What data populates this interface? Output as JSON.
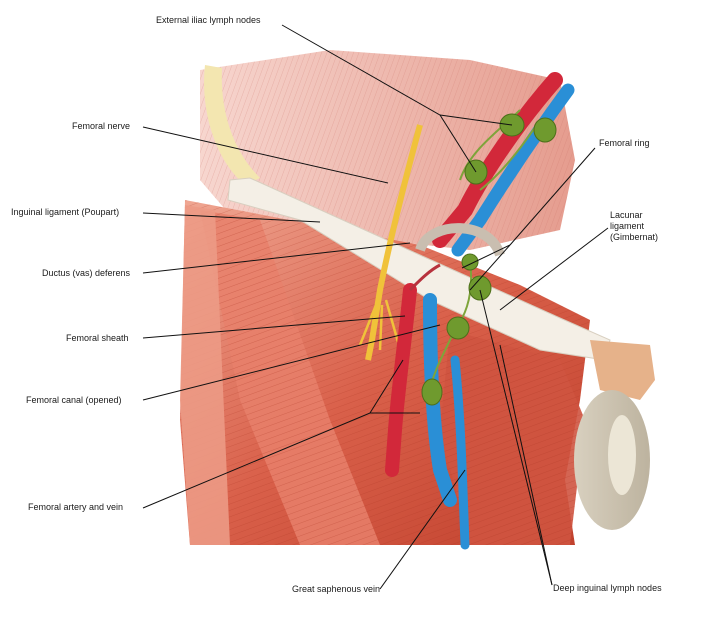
{
  "labels": {
    "external_iliac_lymph_nodes": "External iliac lymph nodes",
    "femoral_nerve": "Femoral nerve",
    "inguinal_ligament": "Inguinal ligament (Poupart)",
    "ductus_deferens": "Ductus (vas) deferens",
    "femoral_sheath": "Femoral sheath",
    "femoral_canal": "Femoral canal (opened)",
    "femoral_artery_vein": "Femoral artery and vein",
    "great_saphenous_vein": "Great saphenous vein",
    "deep_inguinal_lymph_nodes": "Deep inguinal lymph nodes",
    "femoral_ring": "Femoral ring",
    "lacunar_ligament_1": "Lacunar",
    "lacunar_ligament_2": "ligament",
    "lacunar_ligament_3": "(Gimbernat)"
  },
  "colors": {
    "muscle": "#d9604a",
    "muscle_dark": "#b8382a",
    "muscle_light": "#ef9a86",
    "fascia": "#f3c9c0",
    "ligament": "#f1ece4",
    "artery": "#d2283a",
    "vein": "#2a8fd6",
    "node": "#6f9a2e",
    "nerve": "#f0c23a",
    "line": "#111111"
  }
}
